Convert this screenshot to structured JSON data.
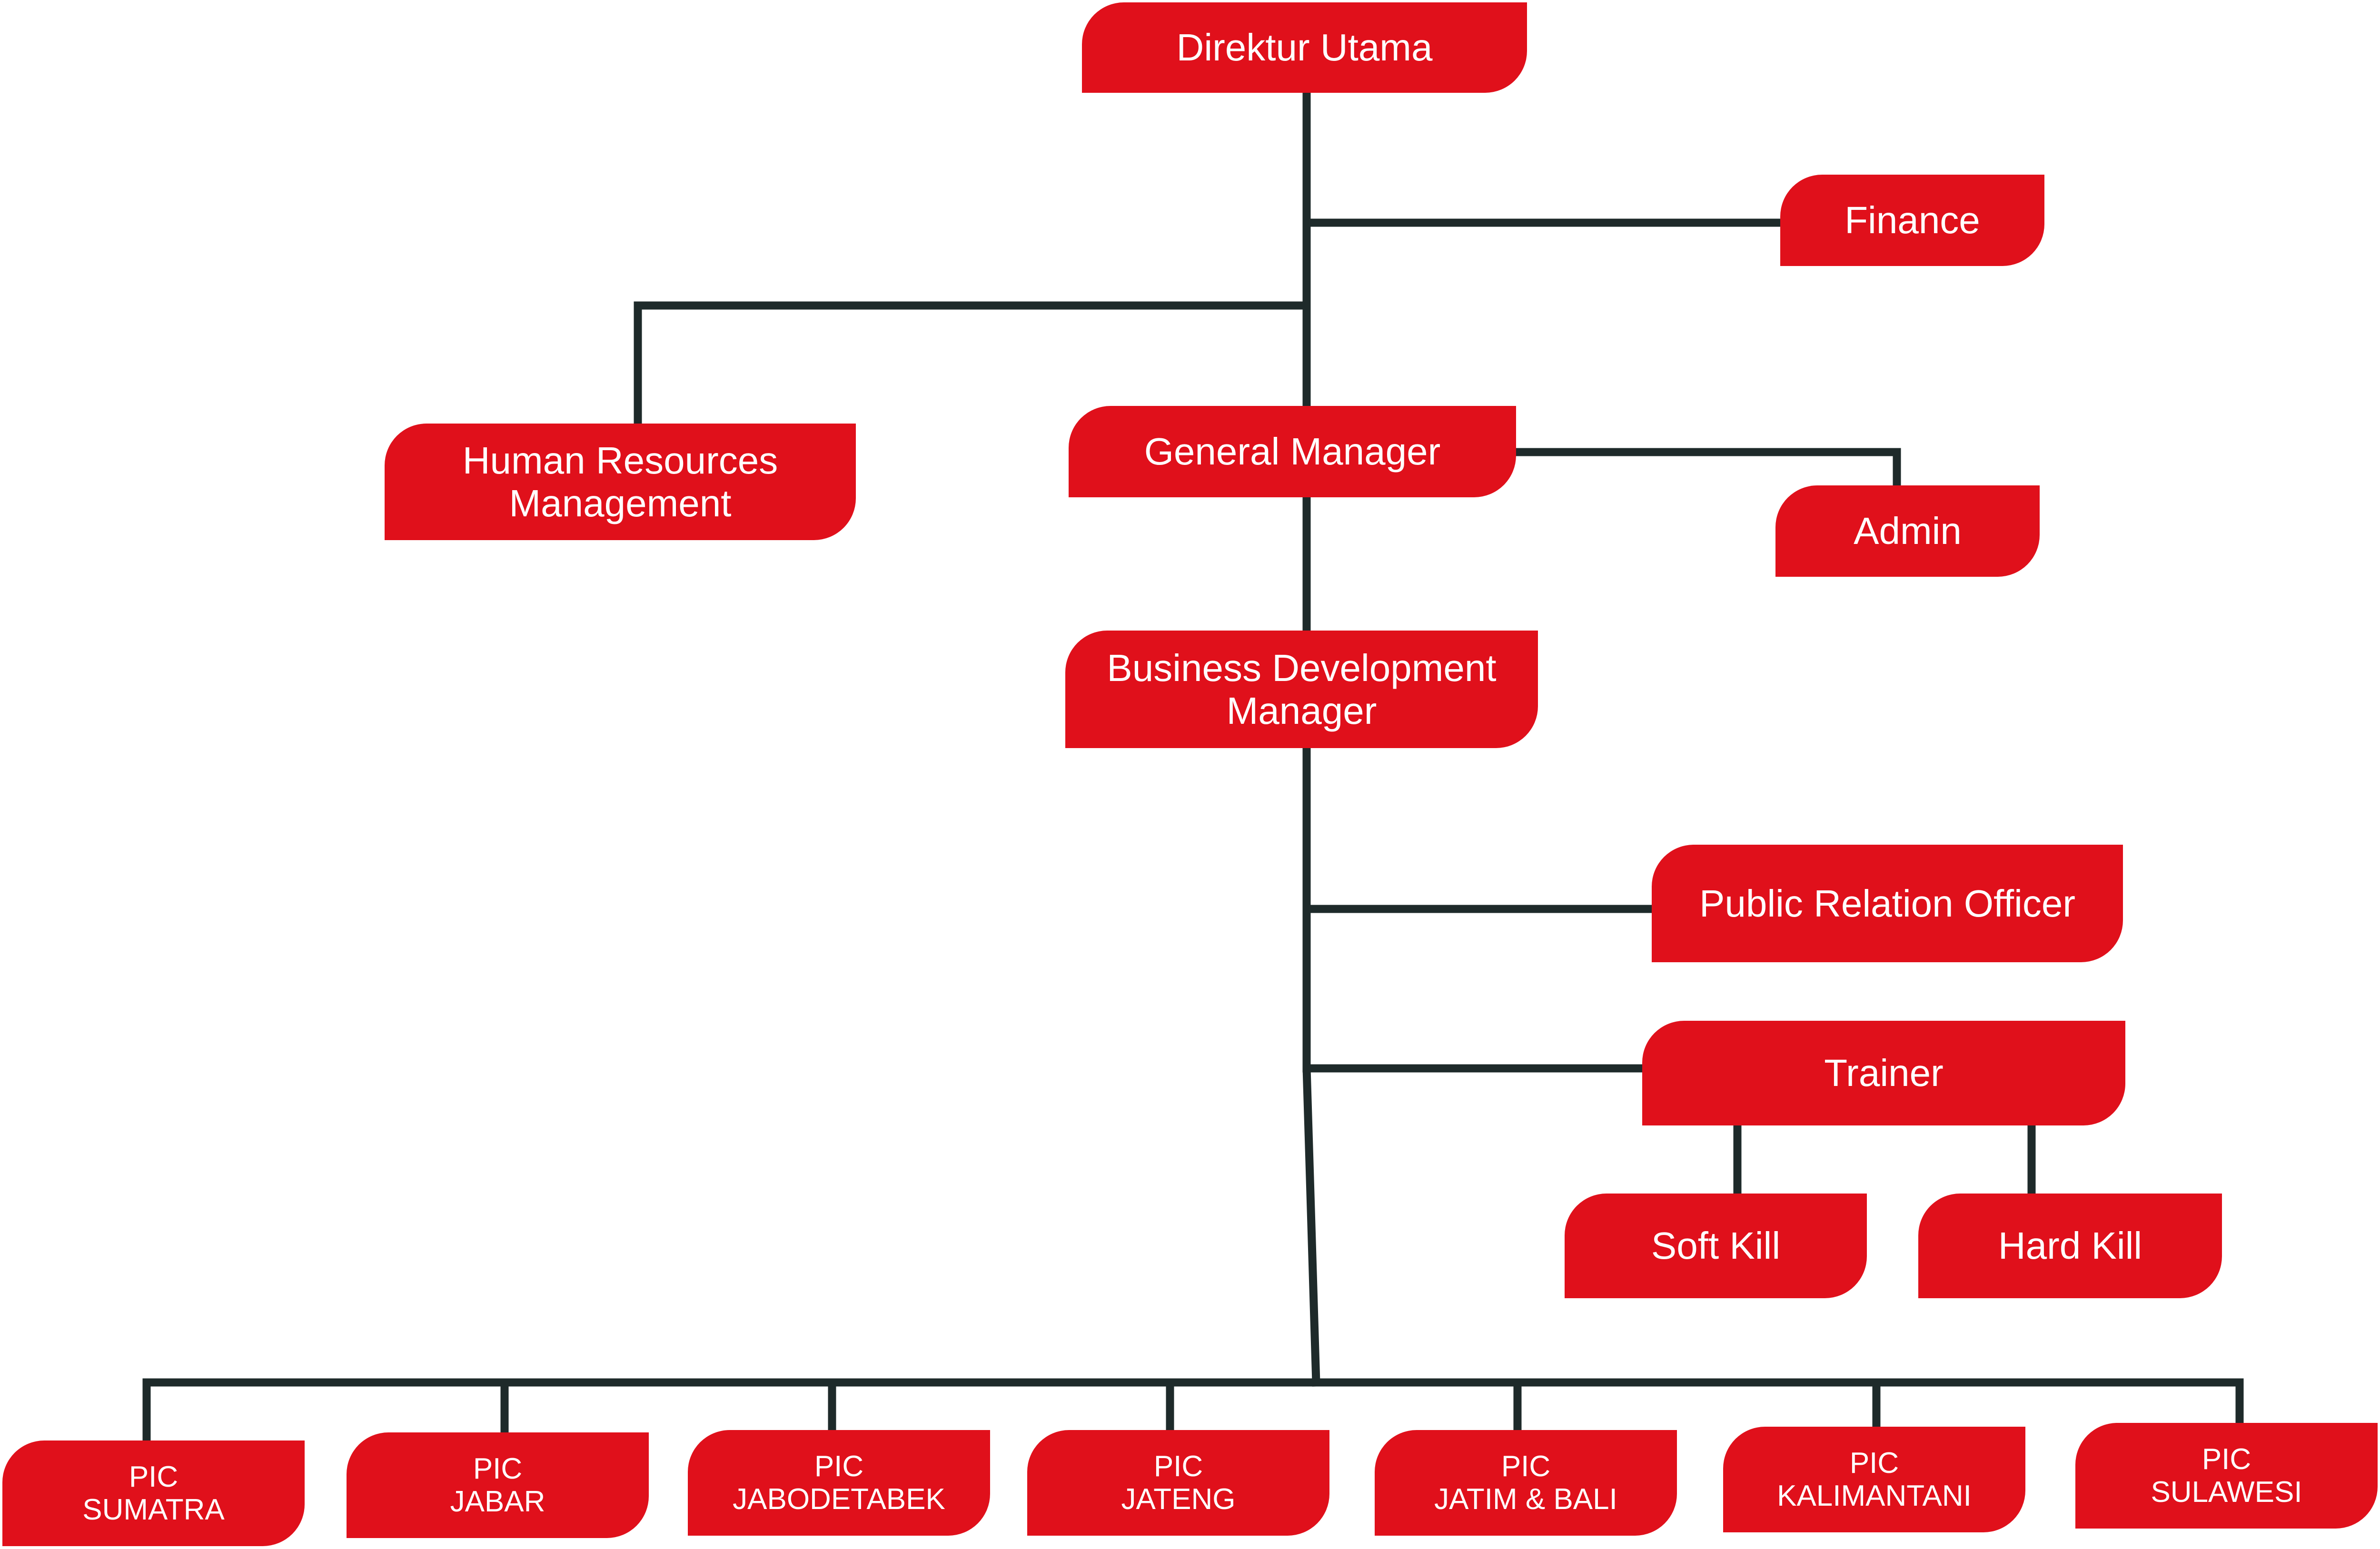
{
  "colors": {
    "box": "#e0101b",
    "text": "#ffffff",
    "connector": "#1e2a2a",
    "background": "#ffffff"
  },
  "nodes": {
    "direktur": [
      "Direktur Utama"
    ],
    "finance": [
      "Finance"
    ],
    "hrm": [
      "Human Resources",
      "Management"
    ],
    "gm": [
      "General Manager"
    ],
    "admin": [
      "Admin"
    ],
    "bdm": [
      "Business Development",
      "Manager"
    ],
    "pro": [
      "Public Relation Officer"
    ],
    "trainer": [
      "Trainer"
    ],
    "softkill": [
      "Soft Kill"
    ],
    "hardkill": [
      "Hard Kill"
    ],
    "pic_sumatra": [
      "PIC",
      "SUMATRA"
    ],
    "pic_jabar": [
      "PIC",
      "JABAR"
    ],
    "pic_jabodetabek": [
      "PIC",
      "JABODETABEK"
    ],
    "pic_jateng": [
      "PIC",
      "JATENG"
    ],
    "pic_jatim_bali": [
      "PIC",
      "JATIM & BALI"
    ],
    "pic_kalimantani": [
      "PIC",
      "KALIMANTANI"
    ],
    "pic_sulawesi": [
      "PIC",
      "SULAWESI"
    ]
  }
}
